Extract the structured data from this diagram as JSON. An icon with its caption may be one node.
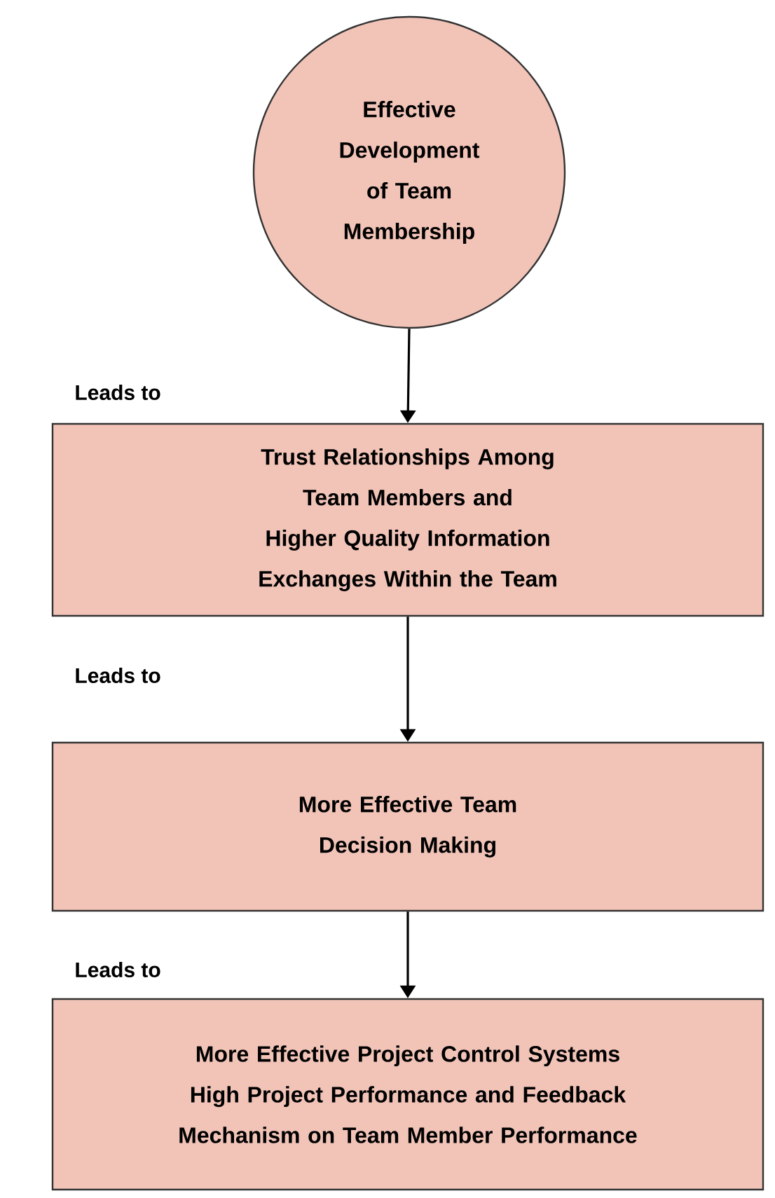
{
  "diagram": {
    "nodes": [
      {
        "text": [
          "Effective Development of Team Membership"
        ]
      },
      {
        "text": [
          "Trust Relationships Among Team Members and Higher Quality Information Exchanges Within the Team"
        ]
      },
      {
        "text": [
          "More Effective Team Decision Making"
        ]
      },
      {
        "text": [
          "More Effective Project Control Systems High Project Performance and Feedback Mechanism on Team Member Performance"
        ]
      }
    ],
    "edges": [
      {
        "from": 0,
        "to": 1,
        "arrow": "to"
      },
      {
        "from": 1,
        "to": 2,
        "arrow": "to"
      },
      {
        "from": 2,
        "to": 3,
        "arrow": "to"
      }
    ],
    "labels": [
      "Leads to",
      "Leads to",
      "Leads to"
    ]
  }
}
